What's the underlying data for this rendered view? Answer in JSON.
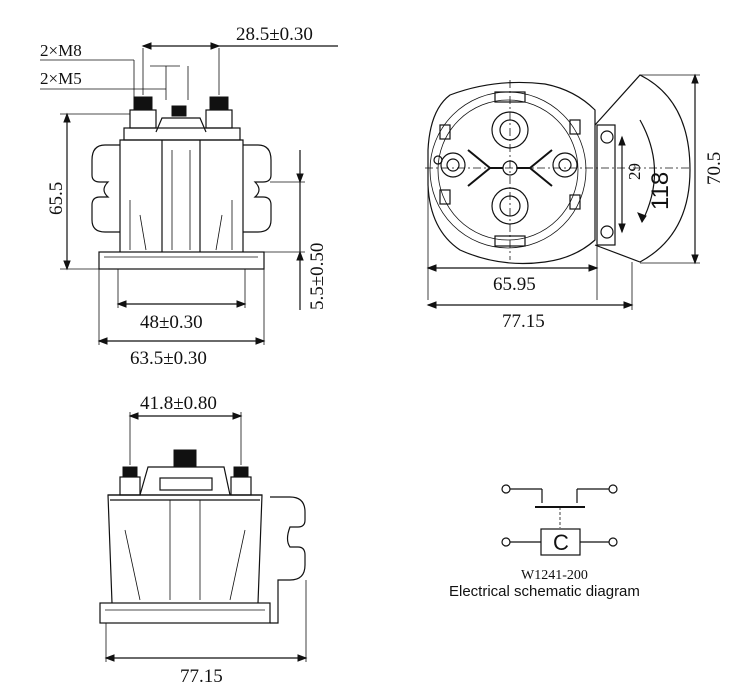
{
  "front_view": {
    "label_m8": "2×M8",
    "label_m5": "2×M5",
    "dim_terminal_spacing": "28.5±0.30",
    "dim_height": "65.5",
    "dim_flange": "5.5±0.50",
    "dim_inner_width": "48±0.30",
    "dim_outer_width": "63.5±0.30"
  },
  "top_view": {
    "dim_29": "29",
    "dim_118": "118",
    "dim_70_5": "70.5",
    "dim_65_95": "65.95",
    "dim_77_15": "77.15"
  },
  "side_view": {
    "dim_terminal_spacing": "41.8±0.80",
    "dim_width": "77.15"
  },
  "schematic": {
    "coil_label": "C",
    "model": "W1241-200",
    "caption": "Electrical schematic diagram"
  }
}
